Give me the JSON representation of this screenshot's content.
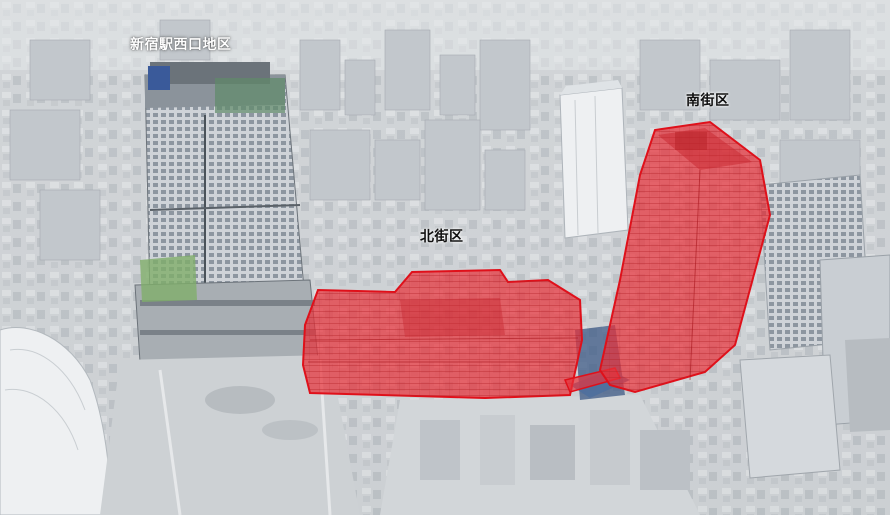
{
  "labels": {
    "area_name": "新宿駅西口地区",
    "south_block": "南街区",
    "north_block": "北街区"
  },
  "colors": {
    "highlight_fill": "#e8323a",
    "highlight_stroke": "#e0101a",
    "city_light": "#d9dcdf",
    "city_mid": "#b9bec3",
    "city_dark": "#8d949b"
  }
}
